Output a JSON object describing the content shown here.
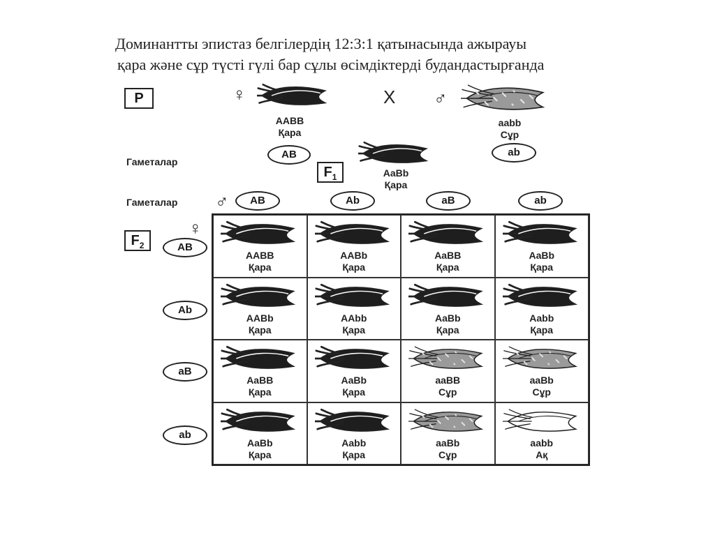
{
  "title": {
    "line1": "Доминантты эпистаз белгілердің 12:3:1 қатынасында ажырауы",
    "line2": "қара және сұр түсті гүлі бар сұлы өсімдіктерді будандастырғанда"
  },
  "parents": {
    "p_label": "P",
    "female_symbol": "♀",
    "cross_symbol": "X",
    "male_symbol": "♂",
    "female": {
      "genotype": "AABB",
      "phenotype": "Қара",
      "gamete": "AB",
      "seed": "dark"
    },
    "male": {
      "genotype": "aabb",
      "phenotype": "Сұр",
      "gamete": "ab",
      "seed": "gray"
    }
  },
  "gametes_label_1": "Гаметалар",
  "f1": {
    "label": "F",
    "sub": "1",
    "genotype": "AaBb",
    "phenotype": "Қара",
    "seed": "dark"
  },
  "gametes_label_2": "Гаметалар",
  "f2": {
    "label": "F",
    "sub": "2",
    "male_symbol": "♂",
    "female_symbol": "♀",
    "male_gametes": [
      "AB",
      "Ab",
      "aB",
      "ab"
    ],
    "female_gametes": [
      "AB",
      "Ab",
      "aB",
      "ab"
    ],
    "rows": [
      [
        {
          "genotype": "AABB",
          "phenotype": "Қара",
          "seed": "dark"
        },
        {
          "genotype": "AABb",
          "phenotype": "Қара",
          "seed": "dark"
        },
        {
          "genotype": "AaBB",
          "phenotype": "Қара",
          "seed": "dark"
        },
        {
          "genotype": "AaBb",
          "phenotype": "Қара",
          "seed": "dark"
        }
      ],
      [
        {
          "genotype": "AABb",
          "phenotype": "Қара",
          "seed": "dark"
        },
        {
          "genotype": "AAbb",
          "phenotype": "Қара",
          "seed": "dark"
        },
        {
          "genotype": "AaBb",
          "phenotype": "Қара",
          "seed": "dark"
        },
        {
          "genotype": "Aabb",
          "phenotype": "Қара",
          "seed": "dark"
        }
      ],
      [
        {
          "genotype": "AaBB",
          "phenotype": "Қара",
          "seed": "dark"
        },
        {
          "genotype": "AaBb",
          "phenotype": "Қара",
          "seed": "dark"
        },
        {
          "genotype": "aaBB",
          "phenotype": "Сұр",
          "seed": "gray"
        },
        {
          "genotype": "aaBb",
          "phenotype": "Сұр",
          "seed": "gray"
        }
      ],
      [
        {
          "genotype": "AaBb",
          "phenotype": "Қара",
          "seed": "dark"
        },
        {
          "genotype": "Aabb",
          "phenotype": "Қара",
          "seed": "dark"
        },
        {
          "genotype": "aaBb",
          "phenotype": "Сұр",
          "seed": "gray"
        },
        {
          "genotype": "aabb",
          "phenotype": "Ақ",
          "seed": "white"
        }
      ]
    ]
  },
  "colors": {
    "dark": "#1e1e1e",
    "gray": "#9a9a9a",
    "white": "#ffffff",
    "stroke": "#222222"
  }
}
